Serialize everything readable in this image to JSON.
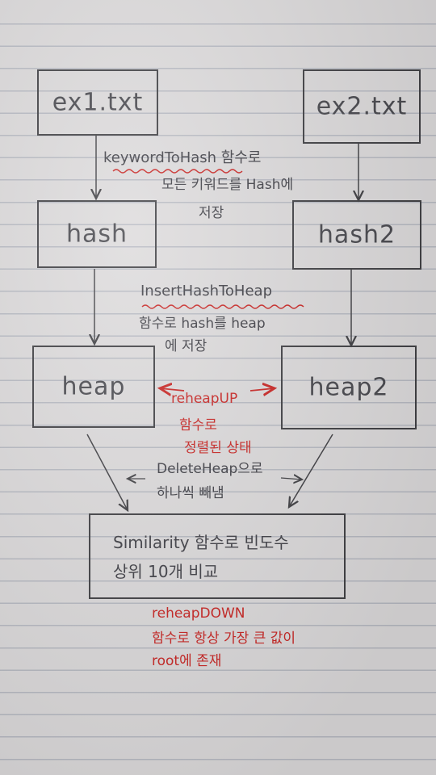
{
  "nodes": {
    "ex1": "ex1.txt",
    "ex2": "ex2.txt",
    "hash": "hash",
    "hash2": "hash2",
    "heap": "heap",
    "heap2": "heap2",
    "similarity_line1": "Similarity 함수로 빈도수",
    "similarity_line2": "상위 10개 비교"
  },
  "annotations": {
    "keyword_line1": "keywordToHash 함수로",
    "keyword_line2": "모든 키워드를 Hash에",
    "keyword_line3": "저장",
    "insert_line1": "InsertHashToHeap",
    "insert_line2": "함수로 hash를 heap",
    "insert_line3": "에 저장",
    "delete_line1": "DeleteHeap으로",
    "delete_line2": "하나씩 빼냄"
  },
  "red_notes": {
    "reheapup_line1": "reheapUP",
    "reheapup_line2": "함수로",
    "reheapup_line3": "정렬된 상태",
    "reheapdown_line1": "reheapDOWN",
    "reheapdown_line2": "함수로 항상 가장 큰 값이",
    "reheapdown_line3": "root에 존재"
  },
  "colors": {
    "ink": "#3c3c40",
    "red_ink": "#c8201e",
    "paper": "#dcdadb"
  }
}
